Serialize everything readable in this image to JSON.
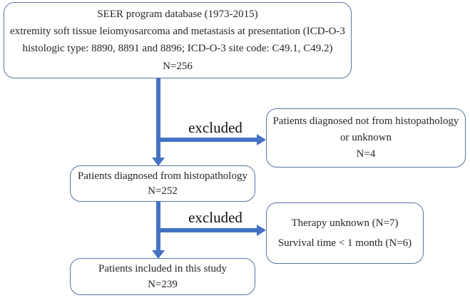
{
  "figure": {
    "background_color": "#ffffff",
    "box_border_color": "#5b74a3",
    "arrow_color": "#4472c4",
    "text_color": "#262626"
  },
  "boxes": {
    "source": {
      "lines": [
        "SEER program database (1973-2015)",
        "extremity soft tissue leiomyosarcoma and metastasis at presentation (ICD-O-3",
        "histologic type: 8890, 8891 and 8896; ICD-O-3 site code: C49.1, C49.2)",
        "N=256"
      ]
    },
    "excluded_histopathology": {
      "lines": [
        "Patients diagnosed not from histopathology",
        "or unknown",
        "N=4"
      ]
    },
    "diagnosed": {
      "lines": [
        "Patients diagnosed from histopathology",
        "N=252"
      ]
    },
    "excluded_therapy": {
      "lines": [
        "Therapy unknown (N=7)",
        "Survival time <  1 month (N=6)"
      ]
    },
    "included": {
      "lines": [
        "Patients included in this study",
        "N=239"
      ]
    }
  },
  "labels": {
    "excluded_1": "excluded",
    "excluded_2": "excluded"
  }
}
